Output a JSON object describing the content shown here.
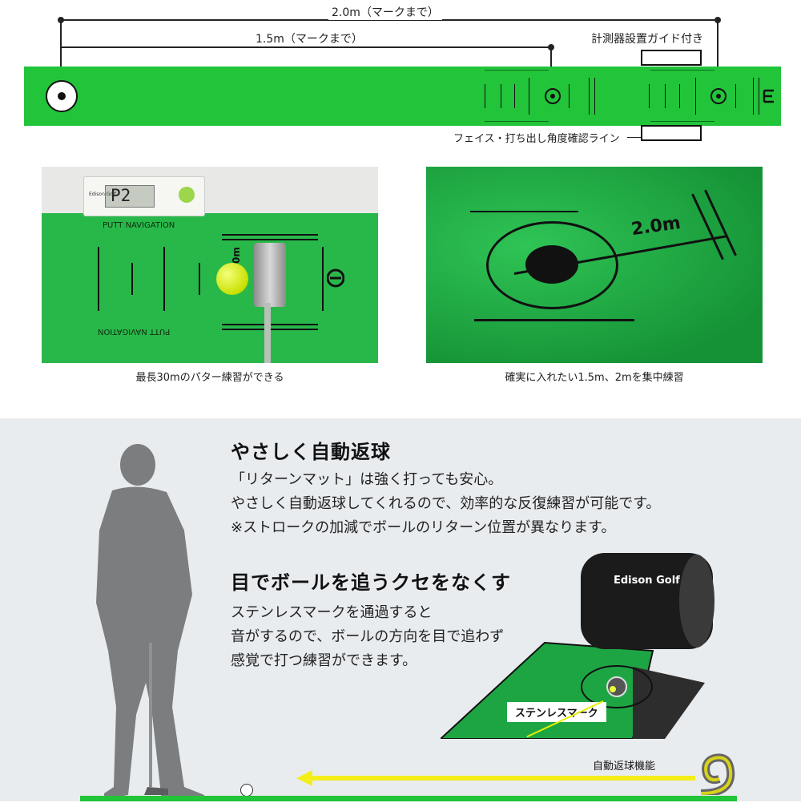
{
  "diagram": {
    "dim_2m": "2.0m（マークまで）",
    "dim_15m": "1.5m（マークまで）",
    "guide_label": "計測器設置ガイド付き",
    "line_label": "フェイス・打ち出し角度確認ライン"
  },
  "photos": {
    "left": {
      "device_display": "P2",
      "device_brand": "Edison Golf",
      "mat_text_top": "PUTT NAVIGATION",
      "mat_text_bottom": "PUTT NAVIGATION",
      "distance_mark": "2.0m",
      "caption": "最長30mのパター練習ができる"
    },
    "right": {
      "distance_mark": "2.0m",
      "caption": "確実に入れたい1.5m、2mを集中練習"
    }
  },
  "feature": {
    "heading1": "やさしく自動返球",
    "para1": [
      "「リターンマット」は強く打っても安心。",
      "やさしく自動返球してくれるので、効率的な反復練習が可能です。",
      "※ストロークの加減でボールのリターン位置が異なります。"
    ],
    "heading2": "目でボールを追うクセをなくす",
    "para2": [
      "ステンレスマークを通過すると",
      "音がするので、ボールの方向を目で追わず",
      "感覚で打つ練習ができます。"
    ],
    "brand": "Edison Golf",
    "stainless_label": "ステンレスマーク",
    "return_label": "自動返球機能"
  },
  "colors": {
    "mat_green": "#22c43a",
    "arrow_yellow": "#f4ee1a",
    "panel_bg": "#e9ecef",
    "silhouette": "#7b7d7e"
  },
  "icons": [
    "edison-golf-logo-icon",
    "golf-ball-icon",
    "cup-hole-icon",
    "arrow-left-icon"
  ]
}
